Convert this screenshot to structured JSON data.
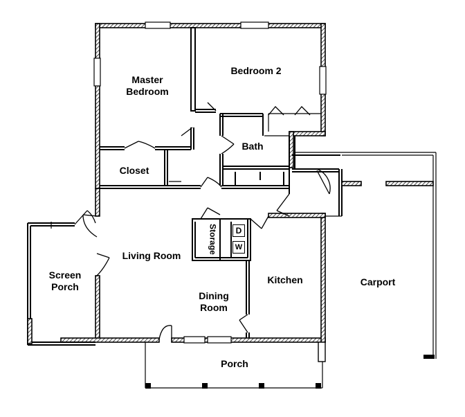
{
  "rooms": {
    "master_bedroom": "Master\nBedroom",
    "bedroom_2": "Bedroom 2",
    "bath": "Bath",
    "closet": "Closet",
    "storage": "Storage",
    "living_room": "Living Room",
    "screen_porch": "Screen\nPorch",
    "dining_room": "Dining\nRoom",
    "kitchen": "Kitchen",
    "carport": "Carport",
    "porch": "Porch"
  },
  "appliances": {
    "dryer": "D",
    "washer": "W"
  }
}
